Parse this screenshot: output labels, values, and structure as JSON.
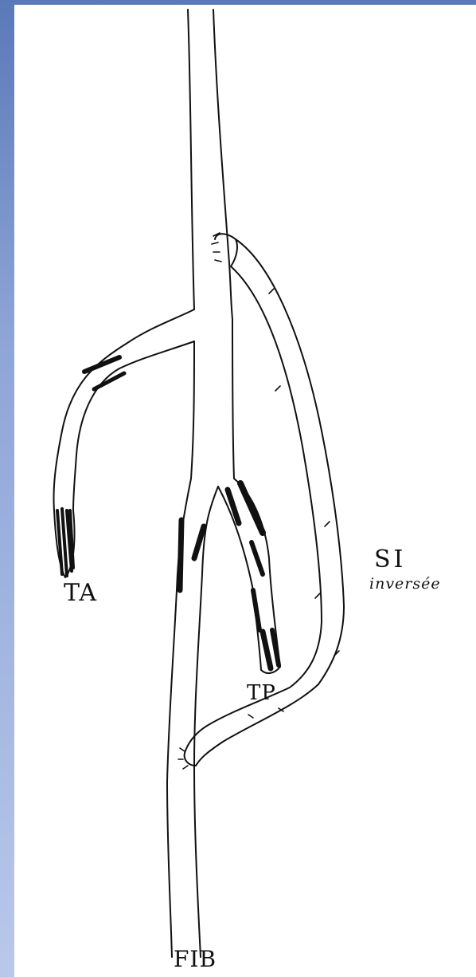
{
  "labels": {
    "ta": "TA",
    "tp": "TP",
    "si": "SI",
    "si_note": "inversée",
    "fib": "FIB"
  },
  "colors": {
    "background_frame": "#7f97cf",
    "paper": "#ffffff",
    "ink": "#111111"
  }
}
